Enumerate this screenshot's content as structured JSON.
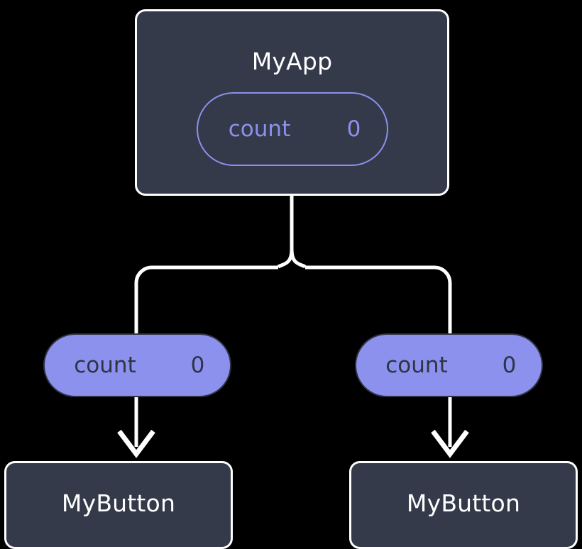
{
  "diagram": {
    "title_text": "",
    "background_color": "#000000",
    "node_fill": "#343a49",
    "node_border": "#ffffff",
    "accent_color": "#8b91ed",
    "accent_text_color": "#2f3444",
    "edge_color": "#ffffff"
  },
  "root": {
    "label": "MyApp",
    "state": {
      "key": "count",
      "value": "0"
    }
  },
  "children": [
    {
      "prop": {
        "key": "count",
        "value": "0"
      },
      "label": "MyButton"
    },
    {
      "prop": {
        "key": "count",
        "value": "0"
      },
      "label": "MyButton"
    }
  ],
  "edges": {
    "root_to_split_label": "",
    "split_to_left_label": "",
    "split_to_right_label": "",
    "left_prop_to_button_label": "",
    "right_prop_to_button_label": ""
  }
}
